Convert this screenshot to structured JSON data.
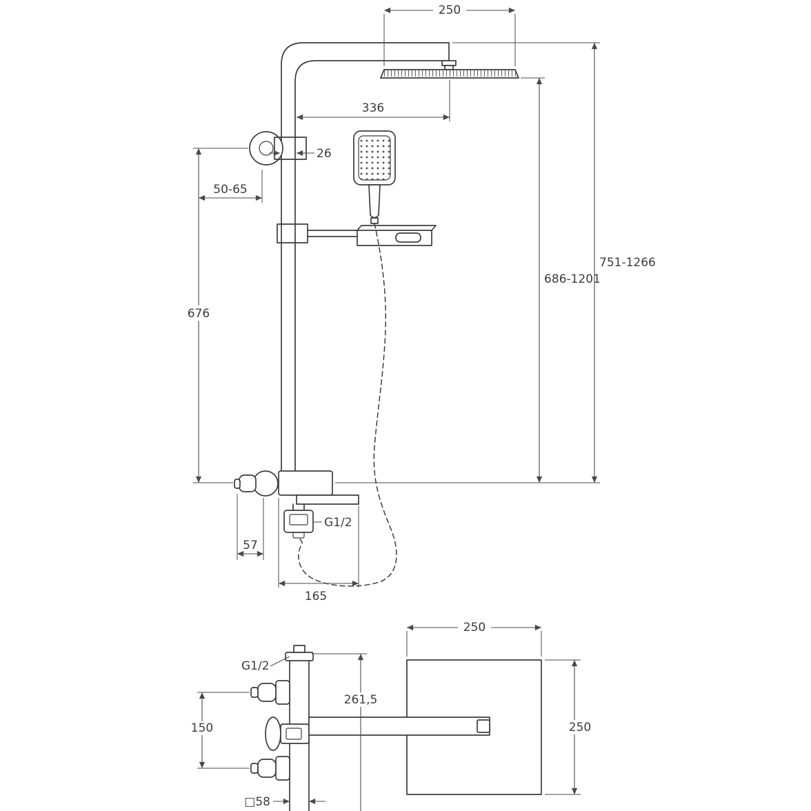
{
  "page": {
    "background": "#ffffff",
    "line_color": "#3c3c3c",
    "dim_color": "#4a4a4a"
  },
  "front_view": {
    "dim_head_width": "250",
    "dim_arm_reach": "336",
    "dim_pipe_diameter": "26",
    "dim_wall_offset": "50-65",
    "dim_bar_height": "676",
    "dim_total_height": "751-1266",
    "dim_head_height": "686-1201",
    "label_outlet_thread": "G1/2",
    "dim_outlet_offset": "57",
    "dim_spout_reach": "165"
  },
  "side_view": {
    "label_inlet_thread": "G1/2",
    "dim_inlet_spacing": "150",
    "dim_spout_height": "261,5",
    "dim_body_section": "□58"
  },
  "top_view": {
    "dim_head_width": "250",
    "dim_head_depth": "250"
  }
}
